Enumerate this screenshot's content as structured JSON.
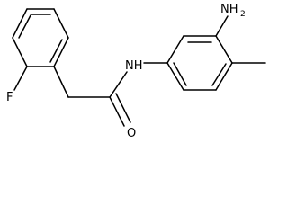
{
  "molecule": {
    "atoms": {
      "fluorine": "F",
      "amide_nitrogen": "NH",
      "carbonyl_oxygen": "O",
      "amino_group": {
        "symbol": "NH",
        "subscript": "2"
      }
    },
    "colors": {
      "bond": "#000000",
      "background": "#ffffff"
    }
  }
}
